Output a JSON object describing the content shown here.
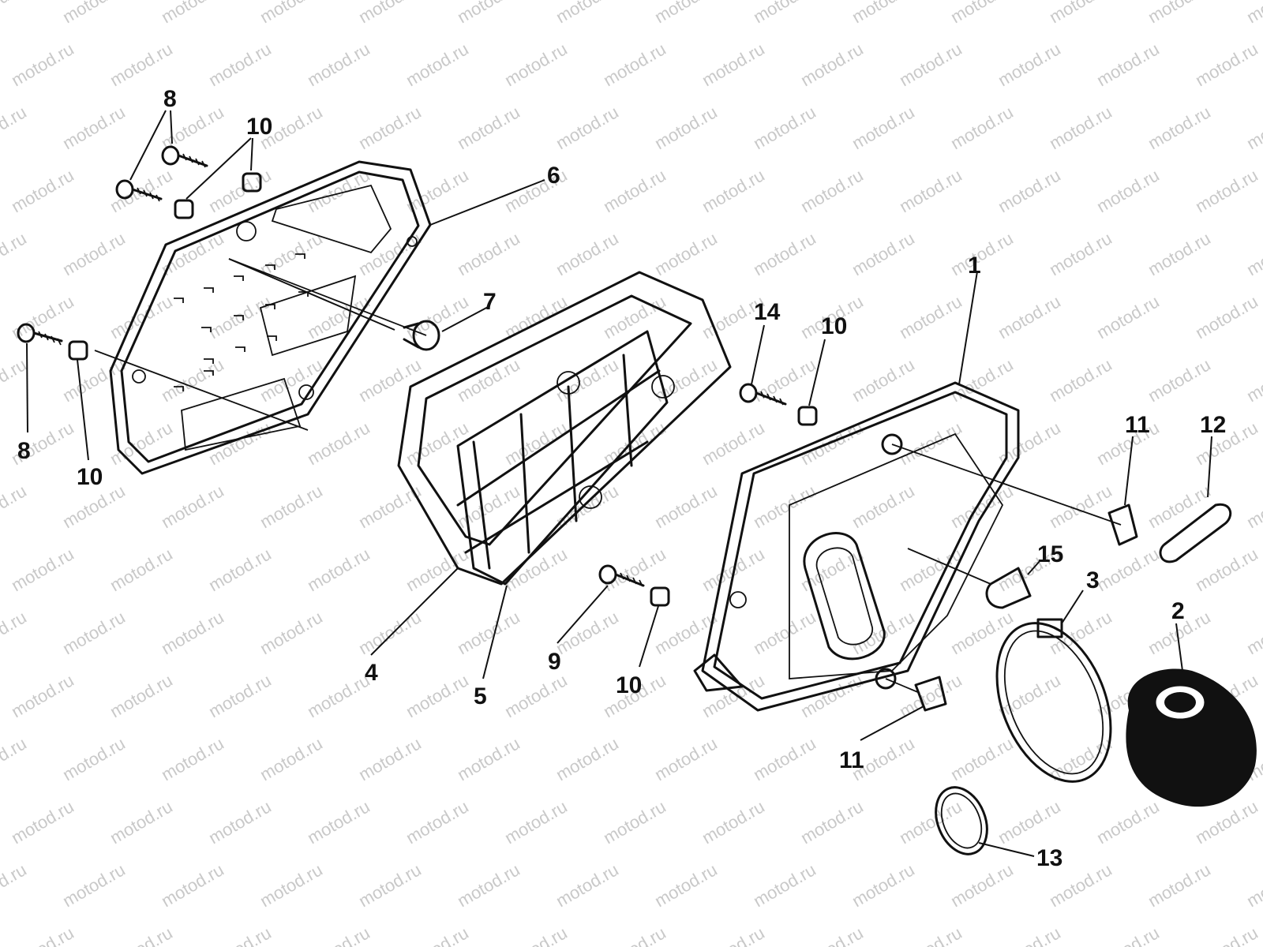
{
  "watermark": "motod.ru",
  "callouts": [
    {
      "id": "c8a",
      "label": "8"
    },
    {
      "id": "c10a",
      "label": "10"
    },
    {
      "id": "c6",
      "label": "6"
    },
    {
      "id": "c7",
      "label": "7"
    },
    {
      "id": "c8b",
      "label": "8"
    },
    {
      "id": "c10b",
      "label": "10"
    },
    {
      "id": "c4",
      "label": "4"
    },
    {
      "id": "c5",
      "label": "5"
    },
    {
      "id": "c9",
      "label": "9"
    },
    {
      "id": "c10c",
      "label": "10"
    },
    {
      "id": "c14",
      "label": "14"
    },
    {
      "id": "c10d",
      "label": "10"
    },
    {
      "id": "c1",
      "label": "1"
    },
    {
      "id": "c11a",
      "label": "11"
    },
    {
      "id": "c12",
      "label": "12"
    },
    {
      "id": "c15",
      "label": "15"
    },
    {
      "id": "c3",
      "label": "3"
    },
    {
      "id": "c2",
      "label": "2"
    },
    {
      "id": "c11b",
      "label": "11"
    },
    {
      "id": "c13",
      "label": "13"
    }
  ]
}
